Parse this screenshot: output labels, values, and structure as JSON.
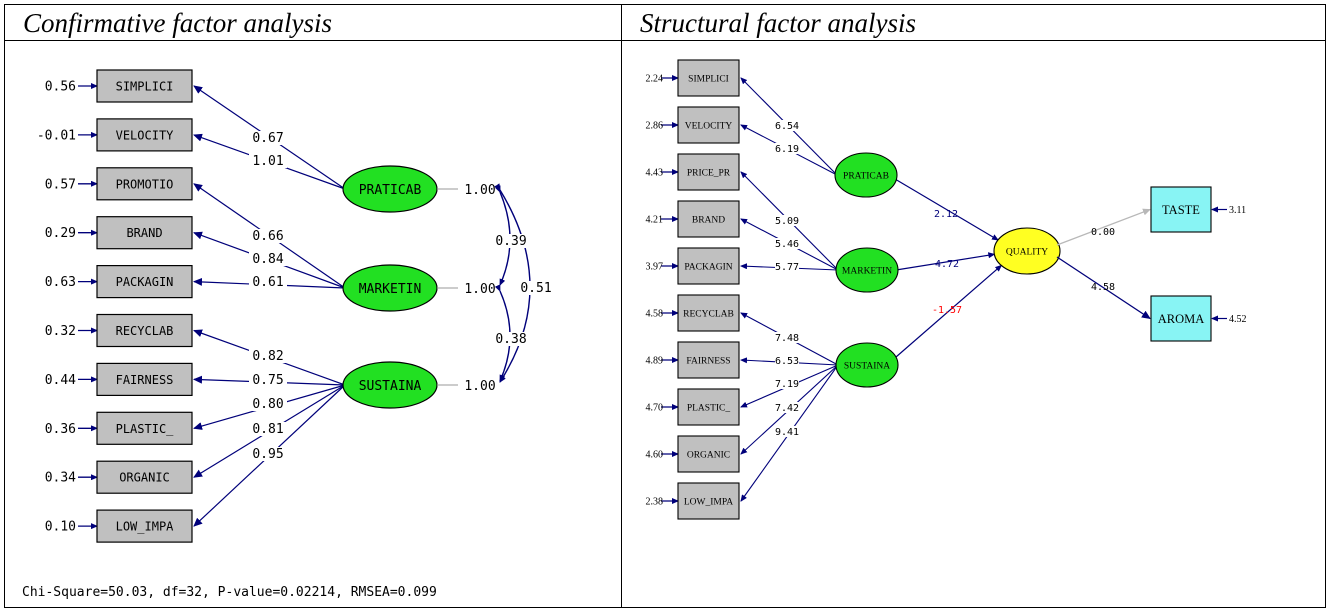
{
  "left_panel": {
    "title": "Confirmative factor analysis",
    "fit": "Chi-Square=50.03, df=32, P-value=0.02214, RMSEA=0.099",
    "indicators": [
      {
        "name": "SIMPLICI",
        "error": "0.56",
        "loading": "0.67",
        "factor": "PRATICAB"
      },
      {
        "name": "VELOCITY",
        "error": "-0.01",
        "loading": "1.01",
        "factor": "PRATICAB"
      },
      {
        "name": "PROMOTIO",
        "error": "0.57",
        "loading": "0.66",
        "factor": "MARKETIN"
      },
      {
        "name": "BRAND",
        "error": "0.29",
        "loading": "0.84",
        "factor": "MARKETIN"
      },
      {
        "name": "PACKAGIN",
        "error": "0.63",
        "loading": "0.61",
        "factor": "MARKETIN"
      },
      {
        "name": "RECYCLAB",
        "error": "0.32",
        "loading": "0.82",
        "factor": "SUSTAINA"
      },
      {
        "name": "FAIRNESS",
        "error": "0.44",
        "loading": "0.75",
        "factor": "SUSTAINA"
      },
      {
        "name": "PLASTIC_",
        "error": "0.36",
        "loading": "0.80",
        "factor": "SUSTAINA"
      },
      {
        "name": "ORGANIC",
        "error": "0.34",
        "loading": "0.81",
        "factor": "SUSTAINA"
      },
      {
        "name": "LOW_IMPA",
        "error": "0.10",
        "loading": "0.95",
        "factor": "SUSTAINA"
      }
    ],
    "factors": [
      {
        "name": "PRATICAB",
        "variance": "1.00"
      },
      {
        "name": "MARKETIN",
        "variance": "1.00"
      },
      {
        "name": "SUSTAINA",
        "variance": "1.00"
      }
    ],
    "covariances": [
      {
        "between": [
          "PRATICAB",
          "MARKETIN"
        ],
        "value": "0.39"
      },
      {
        "between": [
          "PRATICAB",
          "SUSTAINA"
        ],
        "value": "0.51"
      },
      {
        "between": [
          "MARKETIN",
          "SUSTAINA"
        ],
        "value": "0.38"
      }
    ]
  },
  "right_panel": {
    "title": "Structural factor analysis",
    "indicators": [
      {
        "name": "SIMPLICI",
        "error": "2.24",
        "loading": "6.54",
        "factor": "PRATICAB"
      },
      {
        "name": "VELOCITY",
        "error": "2.86",
        "loading": "6.19",
        "factor": "PRATICAB"
      },
      {
        "name": "PRICE_PR",
        "error": "4.43",
        "loading": "5.09",
        "factor": "MARKETIN"
      },
      {
        "name": "BRAND",
        "error": "4.21",
        "loading": "5.46",
        "factor": "MARKETIN"
      },
      {
        "name": "PACKAGIN",
        "error": "3.97",
        "loading": "5.77",
        "factor": "MARKETIN"
      },
      {
        "name": "RECYCLAB",
        "error": "4.58",
        "loading": "7.48",
        "factor": "SUSTAINA"
      },
      {
        "name": "FAIRNESS",
        "error": "4.89",
        "loading": "6.53",
        "factor": "SUSTAINA"
      },
      {
        "name": "PLASTIC_",
        "error": "4.70",
        "loading": "7.19",
        "factor": "SUSTAINA"
      },
      {
        "name": "ORGANIC",
        "error": "4.60",
        "loading": "7.42",
        "factor": "SUSTAINA"
      },
      {
        "name": "LOW_IMPA",
        "error": "2.38",
        "loading": "9.41",
        "factor": "SUSTAINA"
      }
    ],
    "factors": [
      "PRATICAB",
      "MARKETIN",
      "SUSTAINA"
    ],
    "quality": "QUALITY",
    "paths": [
      {
        "from": "PRATICAB",
        "to": "QUALITY",
        "value": "2.12"
      },
      {
        "from": "MARKETIN",
        "to": "QUALITY",
        "value": "4.72"
      },
      {
        "from": "SUSTAINA",
        "to": "QUALITY",
        "value": "-1.57"
      },
      {
        "from": "QUALITY",
        "to": "TASTE",
        "value": "0.00"
      },
      {
        "from": "QUALITY",
        "to": "AROMA",
        "value": "4.58"
      }
    ],
    "outcomes": [
      {
        "name": "TASTE",
        "error": "3.11"
      },
      {
        "name": "AROMA",
        "error": "4.52"
      }
    ]
  },
  "colors": {
    "arrow": "#00007a",
    "indicator_box": "#c0c0c0",
    "factor": "#22e022",
    "quality": "#ffff22",
    "outcome": "#88f4f4",
    "negative": "#ff0000",
    "insignificant": "#b8b8b8"
  }
}
